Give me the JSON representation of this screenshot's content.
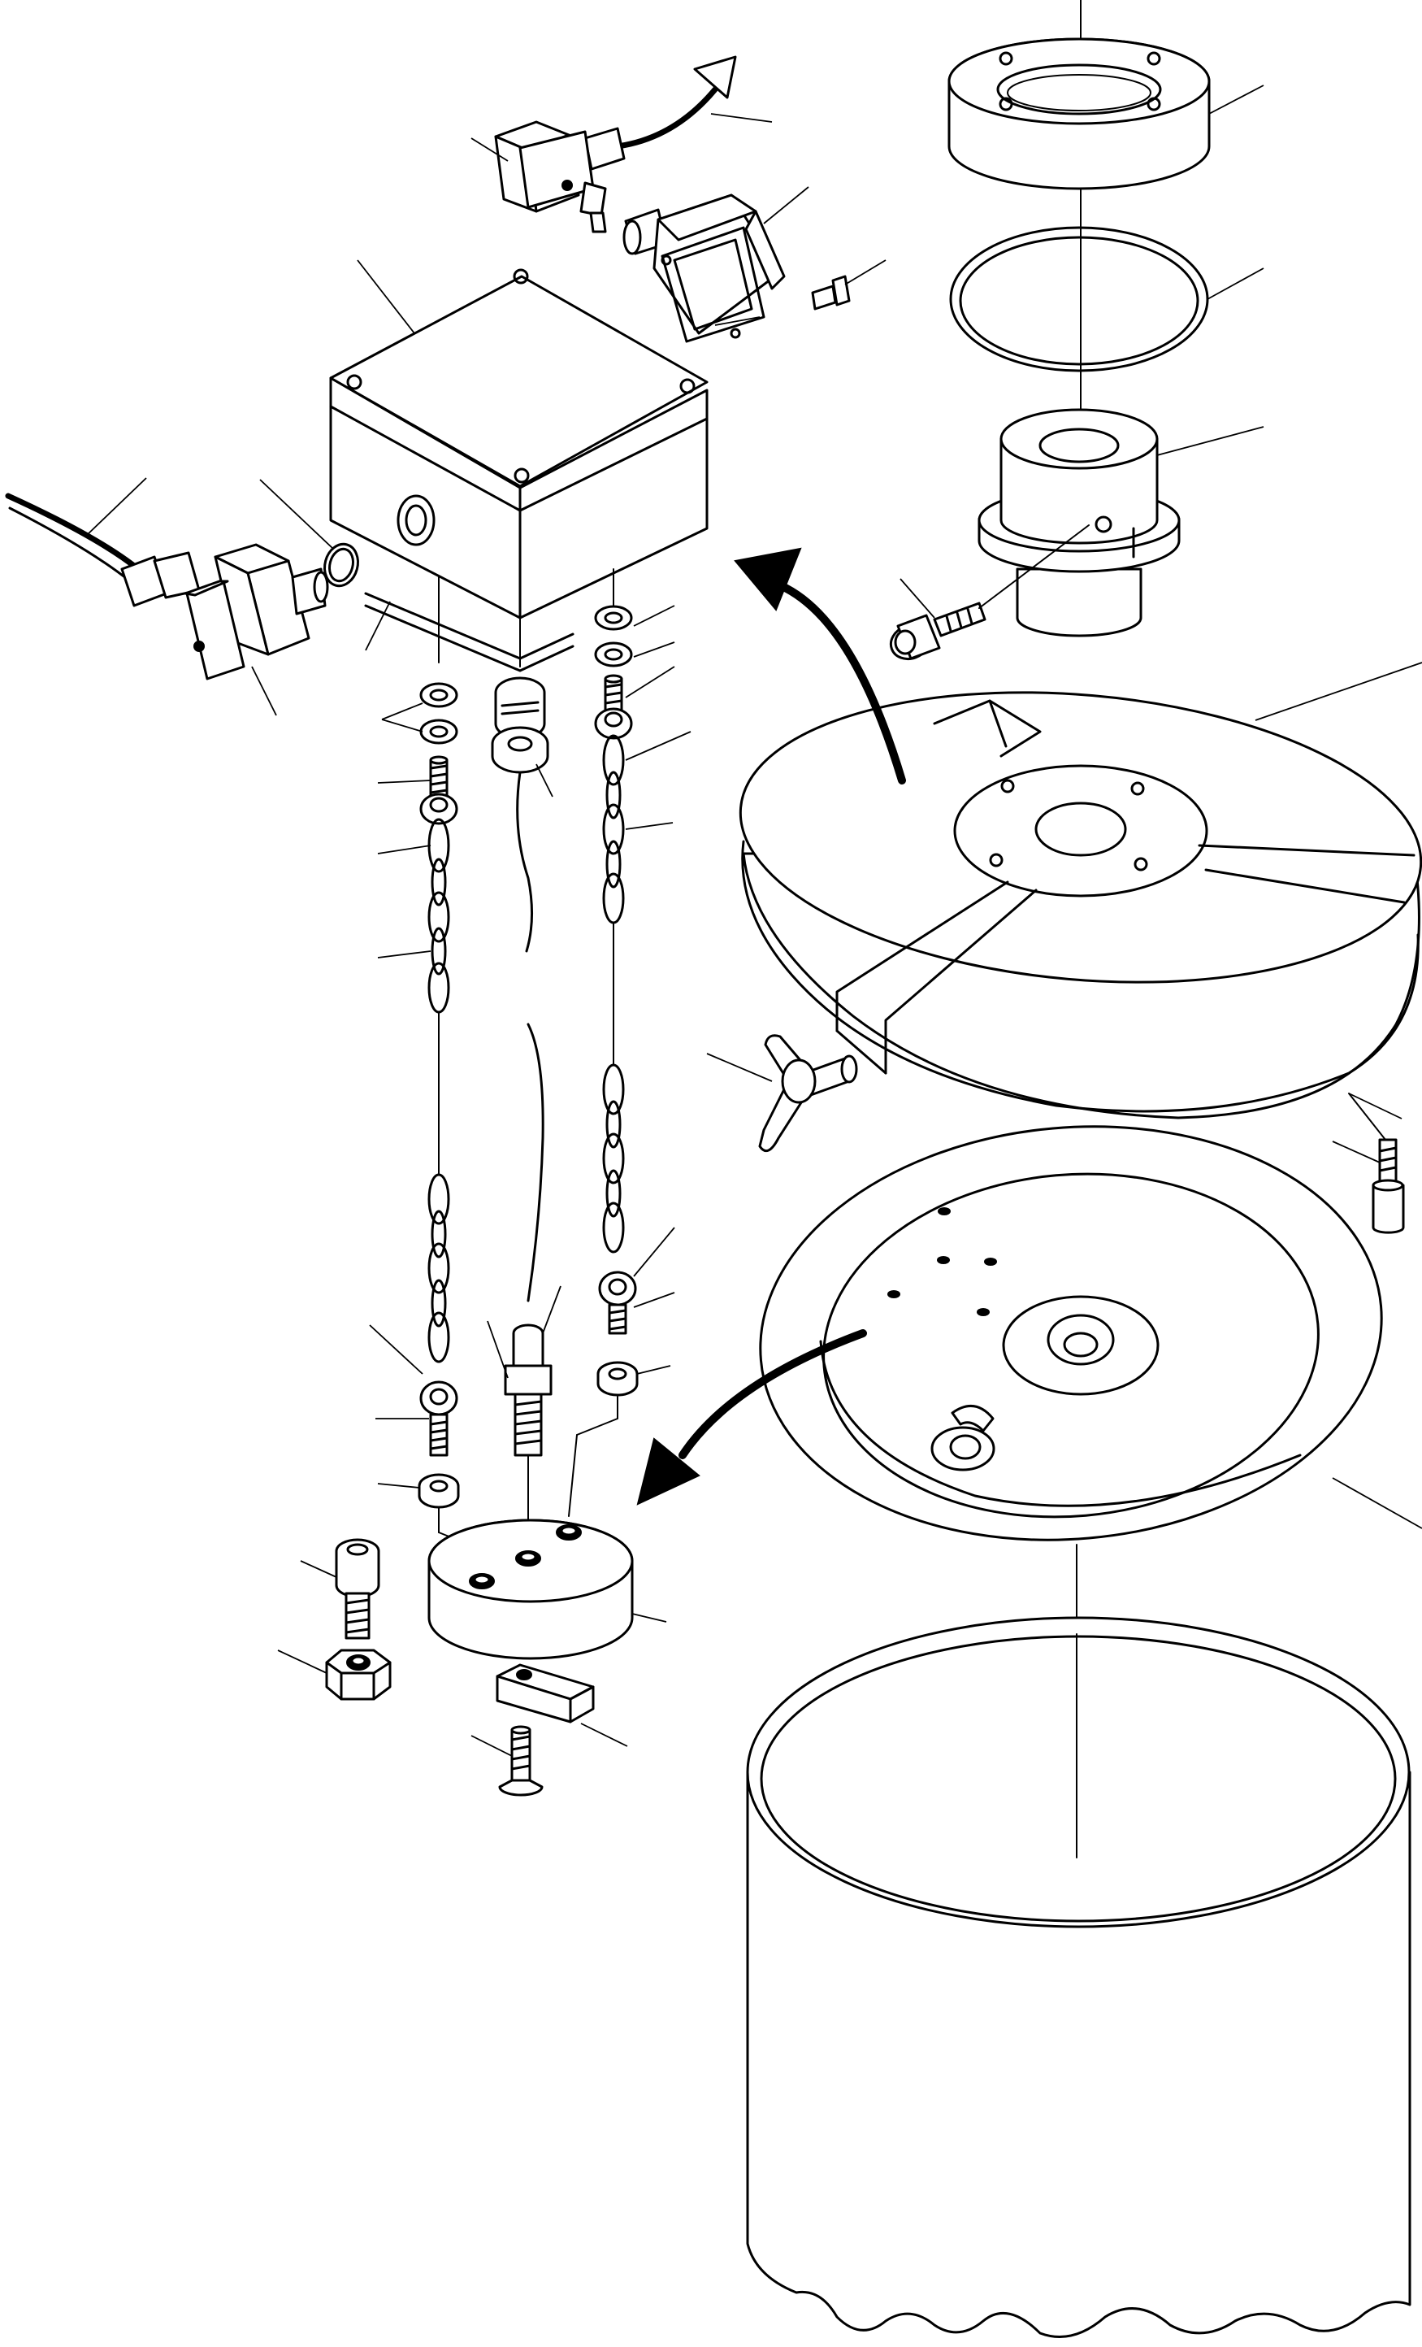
{
  "diagram": {
    "type": "exploded-parts-drawing",
    "colors": {
      "line": "#000000",
      "background": "#ffffff"
    },
    "parts": [
      "retaining-ring",
      "o-ring-seal",
      "flanged-bushing",
      "socket-head-screw",
      "lid",
      "wing-screw",
      "lid-screw",
      "float-plate",
      "reservoir-tank",
      "junction-box",
      "box-gasket",
      "cable-gland",
      "cable",
      "plug-connector",
      "signal-lamp",
      "level-switch",
      "nut",
      "washer",
      "chain",
      "probe-rod",
      "weight-block",
      "clamp-block",
      "countersunk-screw"
    ],
    "callout_labels": []
  }
}
